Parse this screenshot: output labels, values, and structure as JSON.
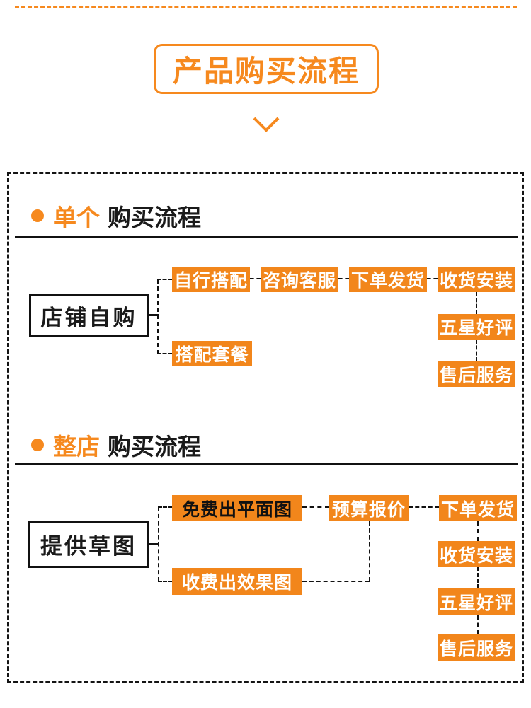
{
  "colors": {
    "accent_orange": "#F6891E",
    "node_orange": "#F2861B",
    "line_black": "#141414",
    "node_text_white": "#FFFFFF",
    "node_text_black": "#111111"
  },
  "header": {
    "title": "产品购买流程",
    "chevron_icon": "chevron-down"
  },
  "section1": {
    "title_highlight": "单个",
    "title_rest": "购买流程",
    "root": "店铺自购",
    "branch_top": "自行搭配",
    "branch_bottom": "搭配套餐",
    "step2": "咨询客服",
    "step3": "下单发货",
    "step4": "收货安装",
    "step5": "五星好评",
    "step6": "售后服务"
  },
  "section2": {
    "title_highlight": "整店",
    "title_rest": "购买流程",
    "root": "提供草图",
    "branch_top": "免费出平面图",
    "branch_bottom": "收费出效果图",
    "step2": "预算报价",
    "step3": "下单发货",
    "step4": "收货安装",
    "step5": "五星好评",
    "step6": "售后服务"
  }
}
